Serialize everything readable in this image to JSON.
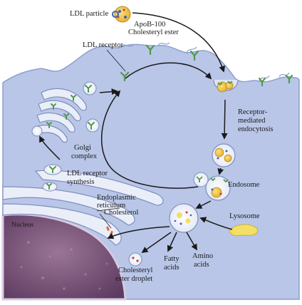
{
  "labels": {
    "ldl_particle": "LDL particle",
    "apob": "ApoB-100",
    "cholesteryl_ester": "Cholesteryl ester",
    "ldl_receptor": "LDL receptor",
    "receptor_mediated_1": "Receptor-",
    "receptor_mediated_2": "mediated",
    "receptor_mediated_3": "endocytosis",
    "golgi_1": "Golgi",
    "golgi_2": "complex",
    "receptor_synthesis_1": "LDL receptor",
    "receptor_synthesis_2": "synthesis",
    "er_1": "Endoplasmic",
    "er_2": "reticulum",
    "cholesterol": "Cholesterol",
    "endosome": "Endosome",
    "nucleus": "Nucleus",
    "lysosome": "Lysosome",
    "droplet_1": "Cholesteryl",
    "droplet_2": "ester droplet",
    "fatty_1": "Fatty",
    "fatty_2": "acids",
    "amino_1": "Amino",
    "amino_2": "acids"
  },
  "colors": {
    "cytoplasm": "#b9c6e8",
    "cytoplasm_edge": "#8d9fcf",
    "nucleus": "#6d4a6e",
    "nucleus_light": "#9a7596",
    "receptor": "#4f9a4a",
    "ldl_core": "#f0c23a",
    "apob": "#3f63b5",
    "lysosome": "#f1df66",
    "arrow": "#1a1a1a"
  }
}
